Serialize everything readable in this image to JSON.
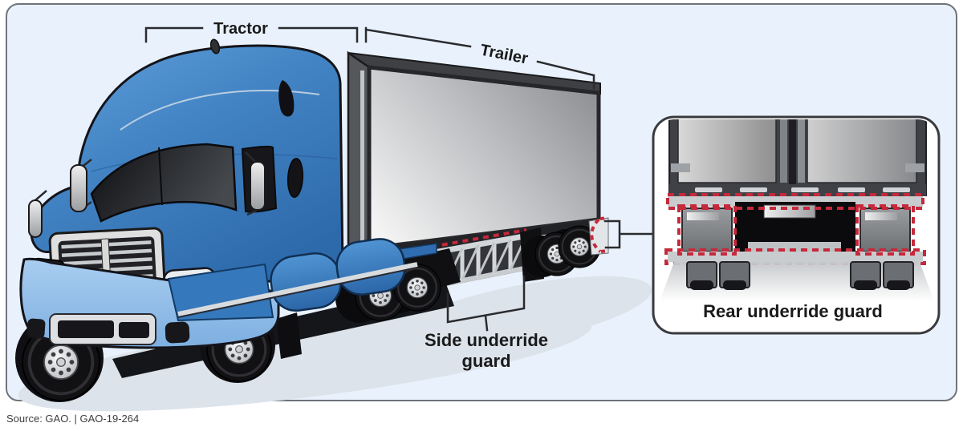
{
  "diagram": {
    "labels": {
      "tractor": "Tractor",
      "trailer": "Trailer",
      "side_underride_line1": "Side underride",
      "side_underride_line2": "guard",
      "rear_underride": "Rear underride guard"
    },
    "footer": {
      "source": "Source: GAO.  |  GAO-19-264"
    },
    "colors": {
      "canvas_background": "#FFFFFF",
      "panel_background": "#E9F2FC",
      "panel_border": "#6F747A",
      "truck_blue": "#4384C4",
      "truck_blue_light": "#8FBCE8",
      "trailer_gray": "#B4B6BA",
      "highlight_red": "#C5293B",
      "label_text": "#1A1A1A",
      "source_text": "#3E3E42"
    }
  }
}
